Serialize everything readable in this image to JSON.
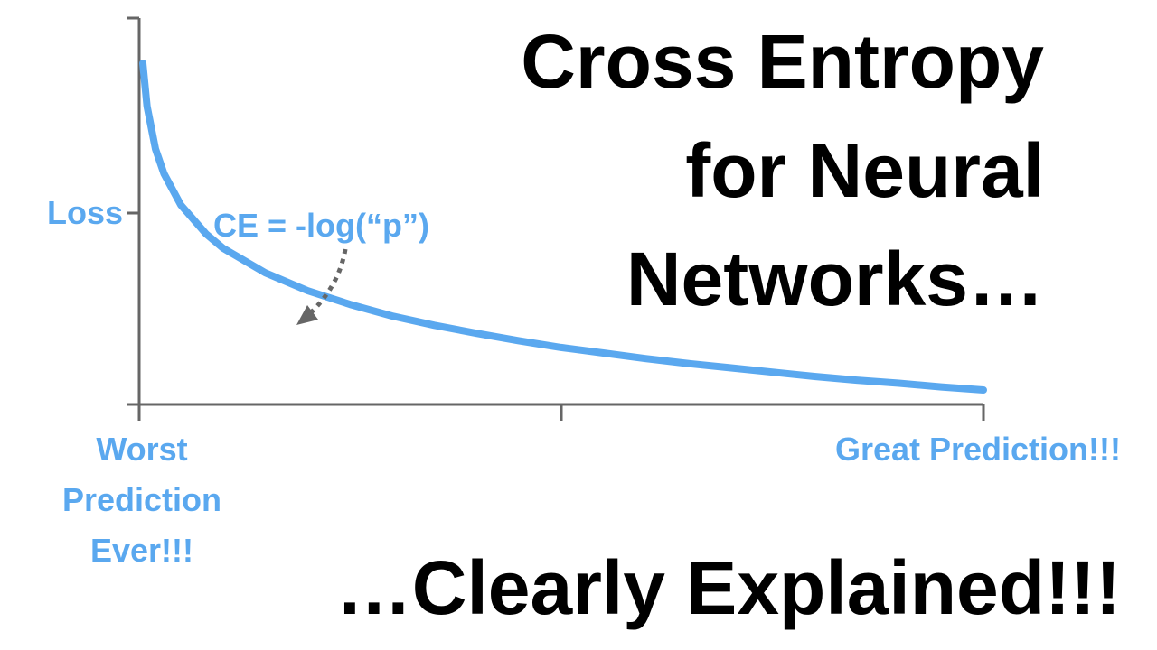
{
  "title": {
    "lines": [
      "Cross Entropy",
      "for Neural",
      "Networks…"
    ],
    "subtitle": "…Clearly Explained!!!"
  },
  "chart_data": {
    "type": "line",
    "ylabel": "Loss",
    "formula": "CE = -log(“p”)",
    "x_labels": {
      "left": [
        "Worst",
        "Prediction",
        "Ever!!!"
      ],
      "right": "Great Prediction!!!"
    },
    "x": [
      0.005,
      0.01,
      0.02,
      0.03,
      0.05,
      0.08,
      0.1,
      0.15,
      0.2,
      0.25,
      0.3,
      0.35,
      0.4,
      0.45,
      0.5,
      0.55,
      0.6,
      0.65,
      0.7,
      0.75,
      0.8,
      0.85,
      0.9,
      0.95,
      1.0
    ],
    "series": [
      {
        "values": [
          5.3,
          4.6,
          3.91,
          3.51,
          3.0,
          2.53,
          2.3,
          1.9,
          1.61,
          1.39,
          1.2,
          1.05,
          0.92,
          0.8,
          0.69,
          0.6,
          0.51,
          0.43,
          0.36,
          0.29,
          0.22,
          0.16,
          0.11,
          0.05,
          0.0
        ]
      }
    ],
    "xlim": [
      0,
      1
    ],
    "ylim": [
      -0.1,
      6
    ],
    "grid": false,
    "colors": {
      "curve": "#5aa8ef",
      "axis": "#666666",
      "arrow": "#666666",
      "text": "#000000"
    }
  }
}
